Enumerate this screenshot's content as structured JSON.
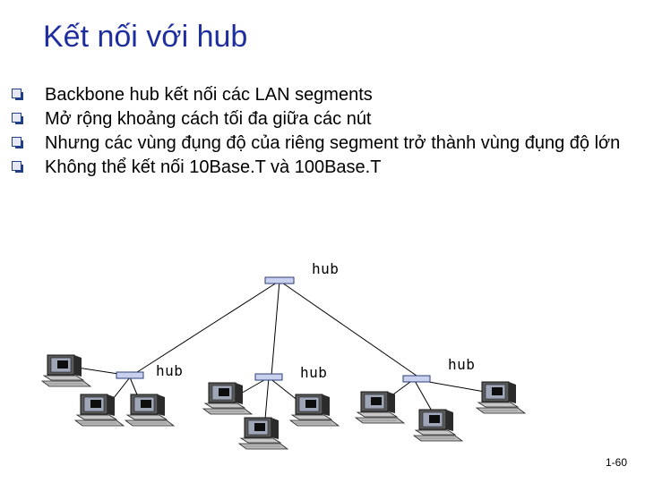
{
  "slide": {
    "title": "Kết nối với hub",
    "bullets": [
      "Backbone hub kết nối các LAN segments",
      "Mở rộng khoảng cách tối đa giữa các nút",
      "Nhưng các vùng đụng độ của riêng segment trở thành vùng đụng độ lớn",
      "Không thể kết nối 10Base.T và 100Base.T"
    ],
    "page_number": "1-60"
  },
  "diagram": {
    "hub_labels": [
      "hub",
      "hub",
      "hub",
      "hub"
    ],
    "icon": "desktop-computer-icon",
    "link_color": "#000000",
    "hub_color": "#c9d1ee"
  }
}
